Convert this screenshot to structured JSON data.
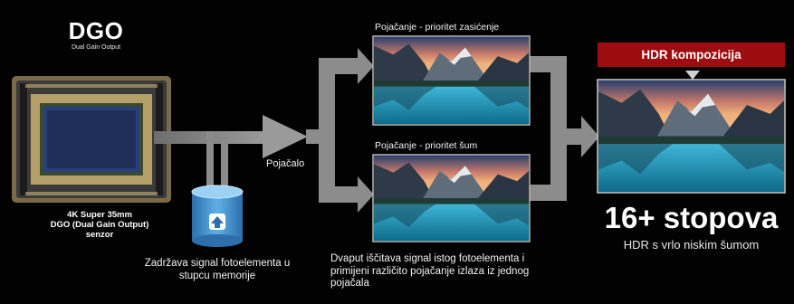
{
  "logo": {
    "title": "DGO",
    "subtitle": "Dual Gain Output"
  },
  "sensor": {
    "label_line1": "4K Super 35mm",
    "label_line2": "DGO (Dual Gain Output)",
    "label_line3": "senzor"
  },
  "memory": {
    "label_line1": "Zadržava signal fotoelementa u",
    "label_line2": "stupcu memorije"
  },
  "amplifier": {
    "label": "Pojačalo"
  },
  "gain_top": {
    "caption": "Pojačanje - prioritet zasićenje"
  },
  "gain_bottom": {
    "caption": "Pojačanje - prioritet šum"
  },
  "description": {
    "line1": "Dvaput iščitava signal istog fotoelementa i",
    "line2": "primijeni različito pojačanje izlaza iz jednog",
    "line3": "pojačala"
  },
  "hdr": {
    "banner": "HDR kompozicija",
    "stops": "16+ stopova",
    "subtitle": "HDR s vrlo niskim šumom"
  },
  "colors": {
    "accent_red": "#9d0d0f",
    "arrow_gray": "#8c8c8c",
    "memory_blue": "#3f8fd0"
  }
}
